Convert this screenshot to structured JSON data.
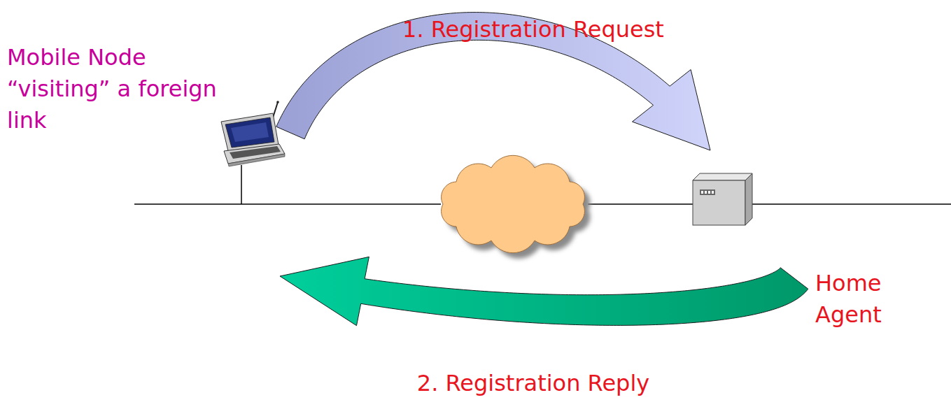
{
  "diagram": {
    "nodes": [
      {
        "text": [
          "Mobile Node “visiting” a foreign link"
        ]
      },
      {
        "text": [
          "Home Agent"
        ]
      }
    ],
    "edges": [
      {
        "from": 0,
        "to": 1,
        "arrow": "to",
        "label": "1. Registration Request"
      },
      {
        "from": 1,
        "to": 0,
        "arrow": "to",
        "label": "2. Registration Reply"
      }
    ]
  }
}
